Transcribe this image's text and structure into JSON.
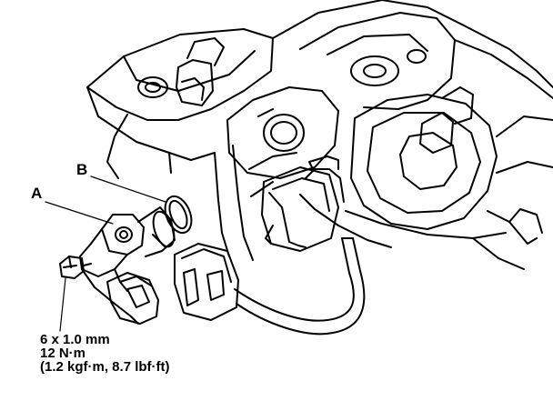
{
  "callouts": {
    "a": "A",
    "b": "B"
  },
  "torque_spec": {
    "bolt_size": "6 x 1.0 mm",
    "torque_nm": "12 N·m",
    "torque_alt": "(1.2 kgf·m, 8.7 lbf·ft)"
  }
}
